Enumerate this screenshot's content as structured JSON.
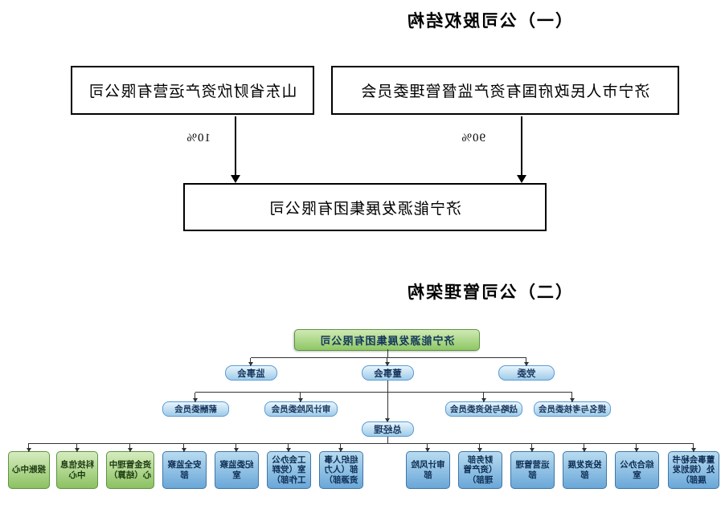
{
  "section1": {
    "title": "（一）公司股权结构",
    "shareholders": [
      {
        "name": "济宁市人民政府国有资产监督管理委员会",
        "share": "90%"
      },
      {
        "name": "山东省财欣资产运营有限公司",
        "share": "10%"
      }
    ],
    "company": "济宁能源发展集团有限公司"
  },
  "section2": {
    "title": "（二）公司管理架构",
    "root": "济宁能源发展集团有限公司",
    "governance": [
      "党委",
      "董事会",
      "监事会"
    ],
    "committees": [
      "提名与考核委员会",
      "战略与投资委员会",
      "审计风险委员会",
      "薪酬委员会"
    ],
    "general_manager": "总经理",
    "departments": [
      {
        "label": "董事会秘书处（规划发展部）",
        "color": "blue"
      },
      {
        "label": "综合办公室",
        "color": "blue"
      },
      {
        "label": "投资发展部",
        "color": "blue"
      },
      {
        "label": "运营管理部",
        "color": "blue"
      },
      {
        "label": "财务部（资产管理部）",
        "color": "blue"
      },
      {
        "label": "审计风险部",
        "color": "blue"
      },
      {
        "label": "组织人事部（人力资源部）",
        "color": "blue"
      },
      {
        "label": "工会办公室（党群工作部）",
        "color": "blue"
      },
      {
        "label": "纪委监察室",
        "color": "blue"
      },
      {
        "label": "安全监察部",
        "color": "blue"
      },
      {
        "label": "资金管理中心（结算）",
        "color": "green"
      },
      {
        "label": "科技信息中心",
        "color": "green"
      },
      {
        "label": "报账中心",
        "color": "green"
      }
    ]
  },
  "colors": {
    "root_green": "#8ec764",
    "pill_blue": "#9fcbe8",
    "dept_blue": "#6aa7d8",
    "dept_green": "#8cc161",
    "text_navy": "#17365d",
    "line_black": "#000000"
  }
}
